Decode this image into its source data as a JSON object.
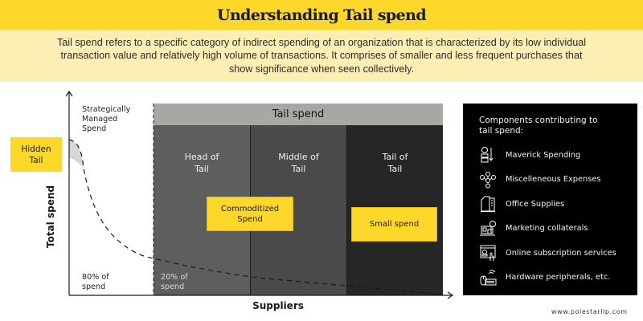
{
  "header": {
    "title": "Understanding Tail spend",
    "description": "Tail spend refers to a specific category of indirect spending of an organization that is characterized by its low individual transaction value and relatively high volume of transactions. It comprises of smaller and less frequent purchases that show significance when seen collectively."
  },
  "chart": {
    "y_axis_label": "Total spend",
    "x_axis_label": "Suppliers",
    "hidden_tail_label": "Hidden\nTail",
    "strategic_label": "Strategically\nManaged\nSpend",
    "pct_80_label": "80% of\nspend",
    "pct_20_label": "20% of\nspend",
    "tail_spend_header": "Tail spend",
    "columns": [
      {
        "title": "Head of\nTail",
        "color": "#5e5e5e"
      },
      {
        "title": "Middle of\nTail",
        "color": "#4a4a4a"
      },
      {
        "title": "Tail of\nTail",
        "color": "#262626"
      }
    ],
    "commoditized_label": "Commoditized\nSpend",
    "small_spend_label": "Small spend"
  },
  "components": {
    "title": "Components contributing to\ntail spend:",
    "items": [
      {
        "icon": "maverick-spending-icon",
        "label": "Maverick Spending"
      },
      {
        "icon": "miscellaneous-expenses-icon",
        "label": "Miscelleneous Expenses"
      },
      {
        "icon": "office-supplies-icon",
        "label": "Office Supplies"
      },
      {
        "icon": "marketing-collaterals-icon",
        "label": "Marketing collaterals"
      },
      {
        "icon": "online-subscription-icon",
        "label": "Online subscription services"
      },
      {
        "icon": "hardware-peripherals-icon",
        "label": "Hardware peripherals, etc."
      }
    ]
  },
  "footer": {
    "url": "www.polestarllp.com"
  },
  "colors": {
    "accent_yellow": "#fdd82a",
    "light_yellow": "#fdefb4",
    "header_gray": "#a8a7a3",
    "panel_black": "#000000"
  }
}
